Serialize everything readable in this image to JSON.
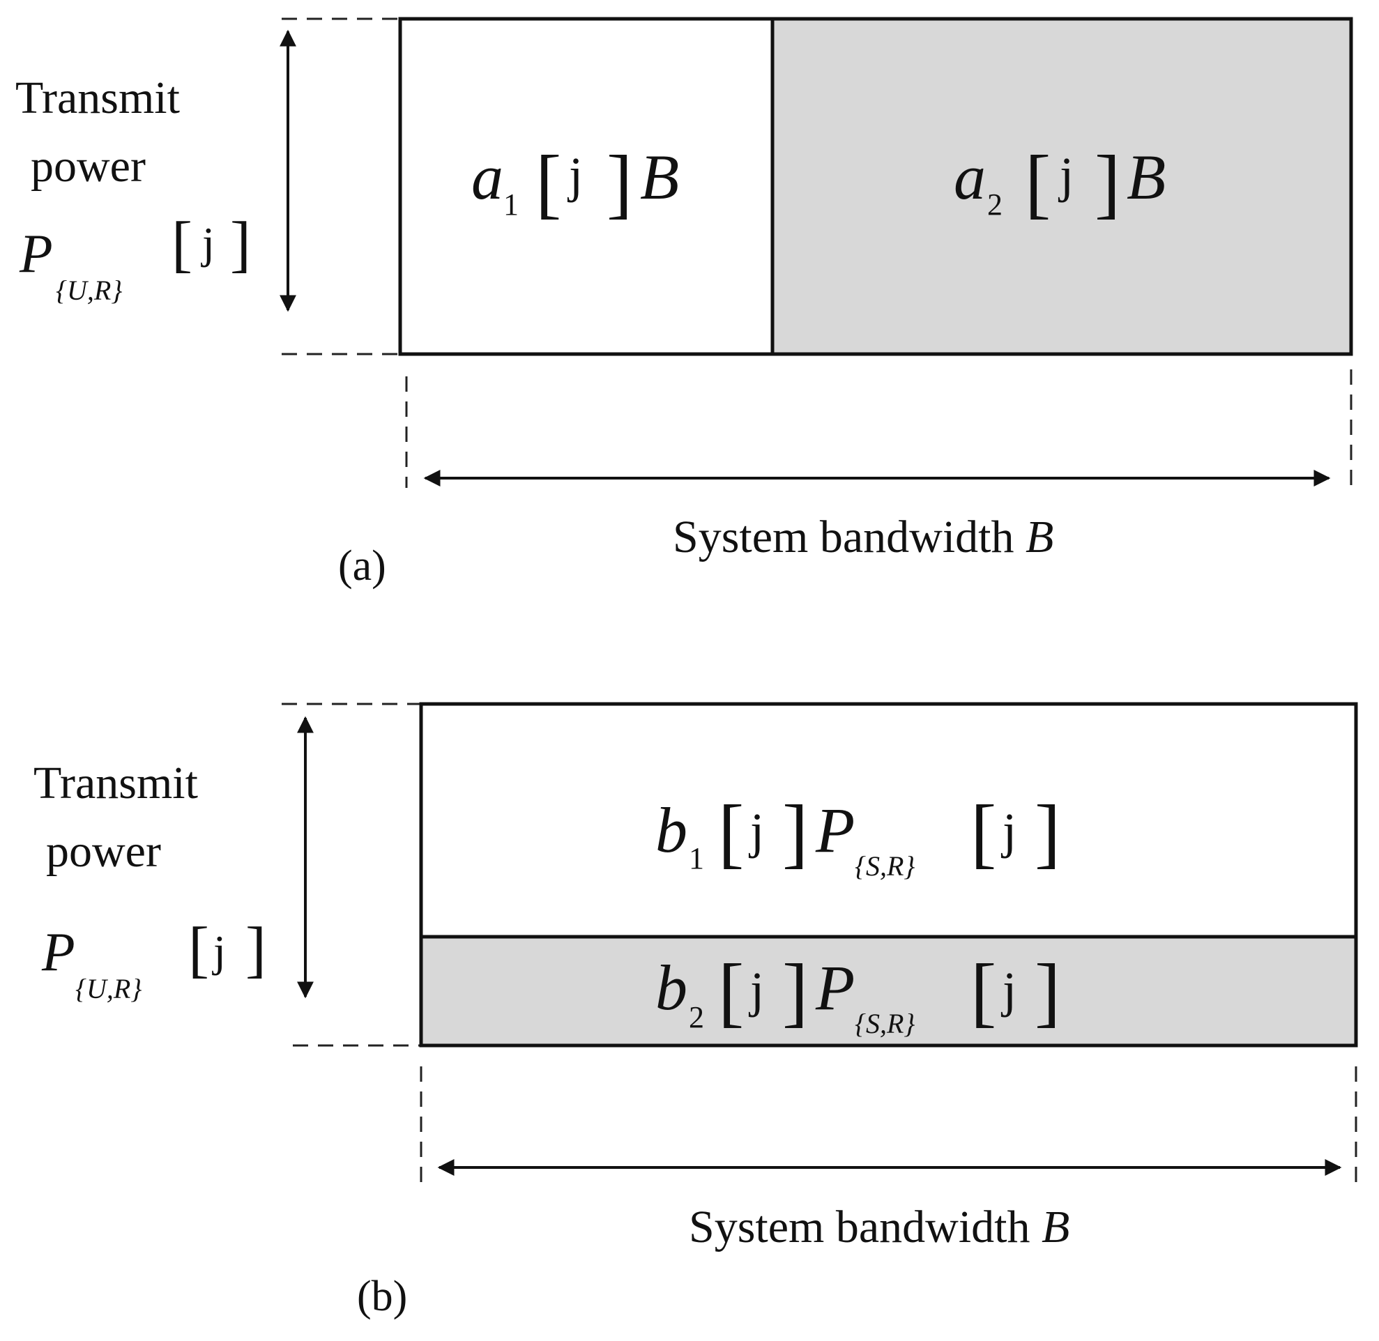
{
  "panel_a": {
    "caption": "(a)",
    "y_label_line1": "Transmit",
    "y_label_line2": "power",
    "y_symbol": {
      "base": "P",
      "sub": "{U,R}",
      "arg": "j"
    },
    "blocks": [
      {
        "coef": "a",
        "coef_sub": "1",
        "arg": "j",
        "factor": "B",
        "fill": "#ffffff"
      },
      {
        "coef": "a",
        "coef_sub": "2",
        "arg": "j",
        "factor": "B",
        "fill": "#d8d8d8"
      }
    ],
    "x_label_text": "System bandwidth ",
    "x_label_symbol": "B"
  },
  "panel_b": {
    "caption": "(b)",
    "y_label_line1": "Transmit",
    "y_label_line2": "power",
    "y_symbol": {
      "base": "P",
      "sub": "{U,R}",
      "arg": "j"
    },
    "blocks": [
      {
        "coef": "b",
        "coef_sub": "1",
        "arg": "j",
        "factor": "P",
        "factor_sub": "{S,R}",
        "factor_arg": "j",
        "fill": "#ffffff"
      },
      {
        "coef": "b",
        "coef_sub": "2",
        "arg": "j",
        "factor": "P",
        "factor_sub": "{S,R}",
        "factor_arg": "j",
        "fill": "#d8d8d8"
      }
    ],
    "x_label_text": "System bandwidth ",
    "x_label_symbol": "B"
  }
}
